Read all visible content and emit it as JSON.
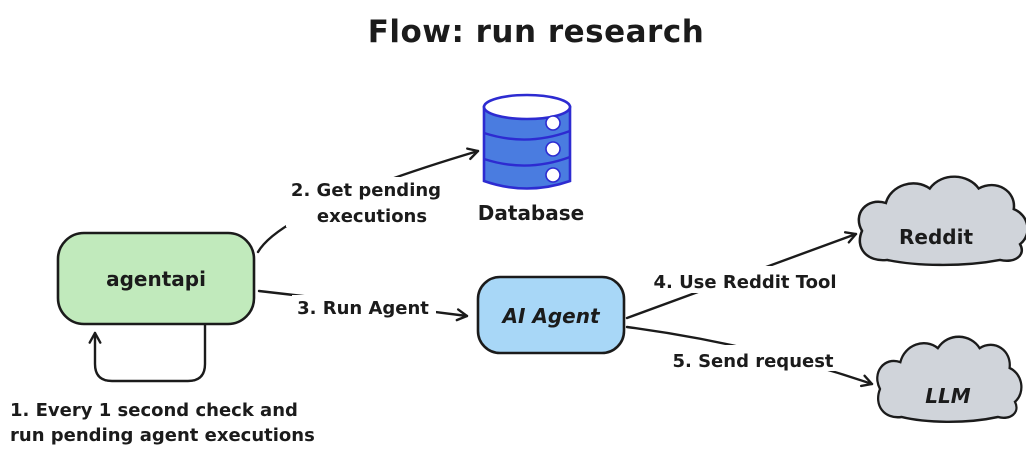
{
  "title": "Flow: run research",
  "nodes": {
    "agentapi": {
      "label": "agentapi",
      "fill": "#c1eabc"
    },
    "database": {
      "label": "Database",
      "fill": "#4a7ce0",
      "stroke": "#2d2bd1"
    },
    "ai_agent": {
      "label": "AI Agent",
      "fill": "#a8d7f7"
    },
    "reddit": {
      "label": "Reddit",
      "fill": "#d0d4da"
    },
    "llm": {
      "label": "LLM",
      "fill": "#d0d4da"
    }
  },
  "edges": {
    "loop": {
      "label_line1": "1. Every 1 second check and",
      "label_line2": "run pending agent executions"
    },
    "get_pending": {
      "label_line1": "2. Get pending",
      "label_line2": "executions"
    },
    "run_agent": {
      "label": "3. Run Agent"
    },
    "use_reddit": {
      "label": "4. Use Reddit Tool"
    },
    "send_request": {
      "label": "5. Send request"
    }
  },
  "colors": {
    "background": "#ffffff",
    "stroke": "#1b1b1b",
    "text": "#1b1b1b"
  }
}
